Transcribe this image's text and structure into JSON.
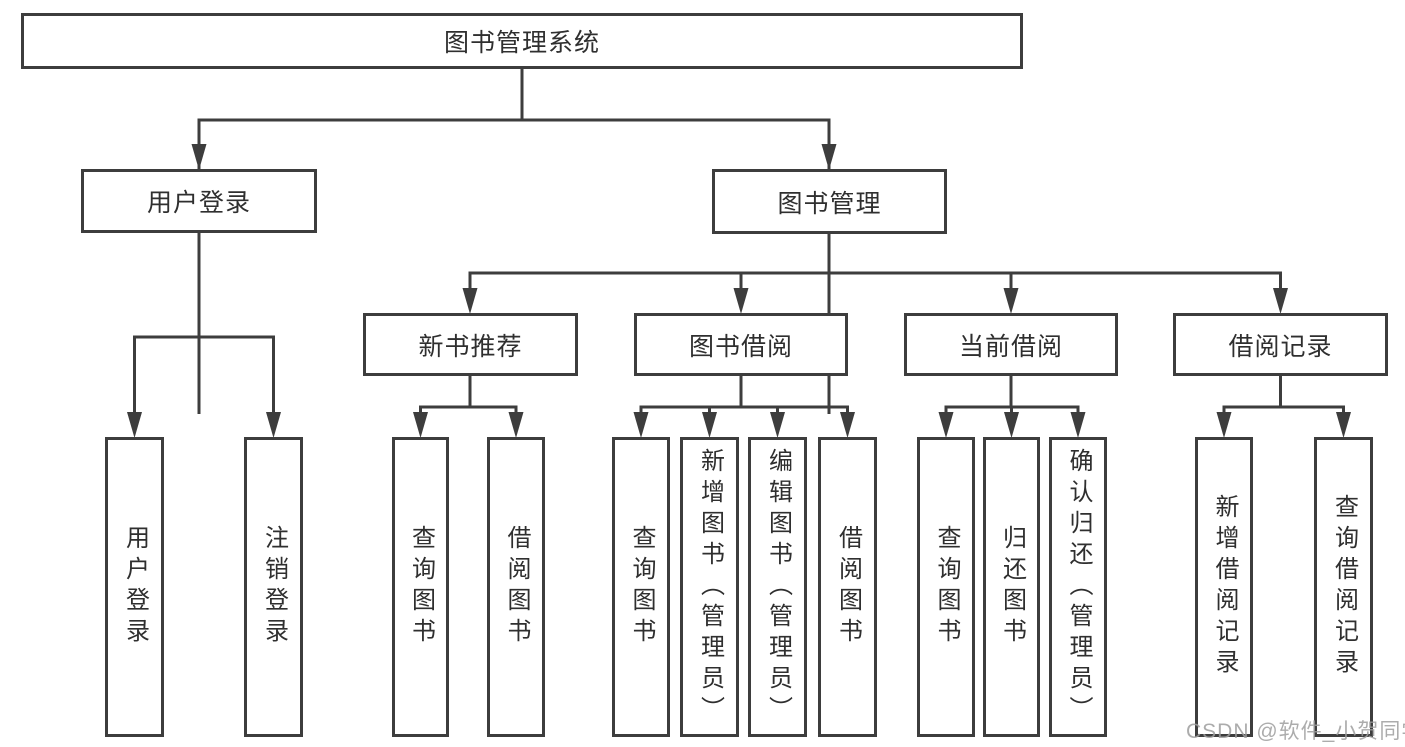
{
  "tree": {
    "root": {
      "label": "图书管理系统",
      "children": [
        {
          "label": "用户登录",
          "children": [
            {
              "label": "用户登录"
            },
            {
              "label": "注销登录"
            }
          ]
        },
        {
          "label": "图书管理",
          "children": [
            {
              "label": "新书推荐",
              "children": [
                {
                  "label": "查询图书"
                },
                {
                  "label": "借阅图书"
                }
              ]
            },
            {
              "label": "图书借阅",
              "children": [
                {
                  "label": "查询图书"
                },
                {
                  "label": "新增图书（管理员）"
                },
                {
                  "label": "编辑图书（管理员）"
                },
                {
                  "label": "借阅图书"
                }
              ]
            },
            {
              "label": "当前借阅",
              "children": [
                {
                  "label": "查询图书"
                },
                {
                  "label": "归还图书"
                },
                {
                  "label": "确认归还（管理员）"
                }
              ]
            },
            {
              "label": "借阅记录",
              "children": [
                {
                  "label": "新增借阅记录"
                },
                {
                  "label": "查询借阅记录"
                }
              ]
            }
          ]
        }
      ]
    }
  },
  "watermark": {
    "text": "CSDN @软件_小贺同学"
  },
  "colors": {
    "background": "#ffffff",
    "line": "#3d3d3d",
    "border": "#3d3d3d",
    "text": "#2f2f2f",
    "watermark": "#9e9e9e"
  }
}
